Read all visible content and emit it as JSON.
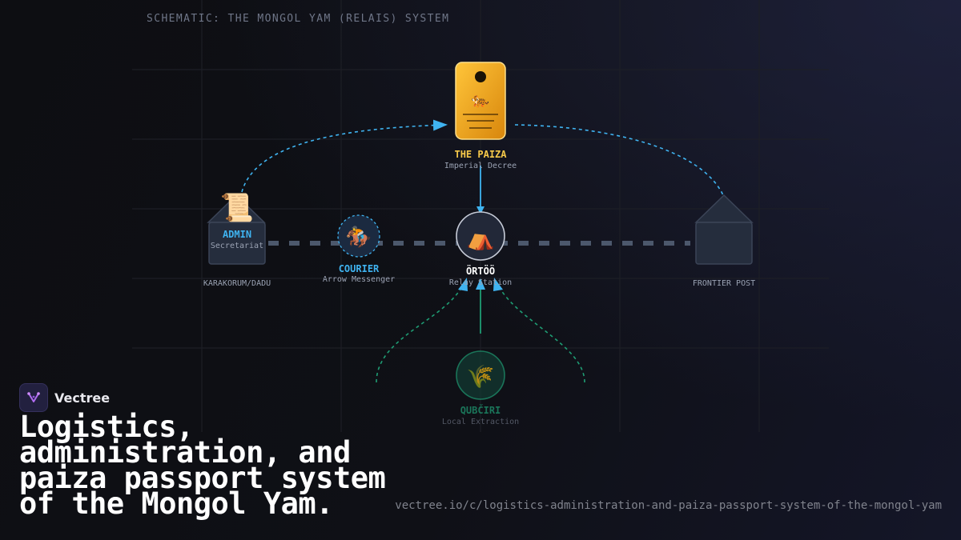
{
  "schematic_title": "SCHEMATIC: THE MONGOL YAM (RELAIS) SYSTEM",
  "nodes": {
    "paiza": {
      "label": "THE PAIZA",
      "sublabel": "Imperial Decree",
      "icon": "paiza-tablet-icon",
      "tablet_glyph": "🐅"
    },
    "admin": {
      "label": "ADMIN",
      "sublabel": "Secretariat",
      "place": "KARAKORUM/DADU",
      "icon": "scroll-icon",
      "glyph": "📜"
    },
    "courier": {
      "label": "COURIER",
      "sublabel": "Arrow Messenger",
      "icon": "horse-rider-icon",
      "glyph": "🏇"
    },
    "ortoo": {
      "label": "ÖRTÖÖ",
      "sublabel": "Relay Station",
      "icon": "tent-icon",
      "glyph": "⛺"
    },
    "frontier": {
      "place": "FRONTIER POST",
      "icon": "house-icon"
    },
    "qubciri": {
      "label": "QUBČIRI",
      "sublabel": "Local Extraction",
      "icon": "wheat-icon",
      "glyph": "🌾"
    }
  },
  "brand": {
    "name": "Vectree",
    "icon": "vectree-logo-icon"
  },
  "headline": "Logistics, administration, and paiza passport system of the Mongol Yam.",
  "url": "vectree.io/c/logistics-administration-and-paiza-passport-system-of-the-mongol-yam",
  "colors": {
    "accent_blue": "#3fb3f0",
    "gold": "#f5b020",
    "green": "#1f9d74",
    "grid": "#23252d",
    "building": "#252d3d",
    "label_blue": "#3fb3f0",
    "label_gold": "#f7c94a"
  }
}
